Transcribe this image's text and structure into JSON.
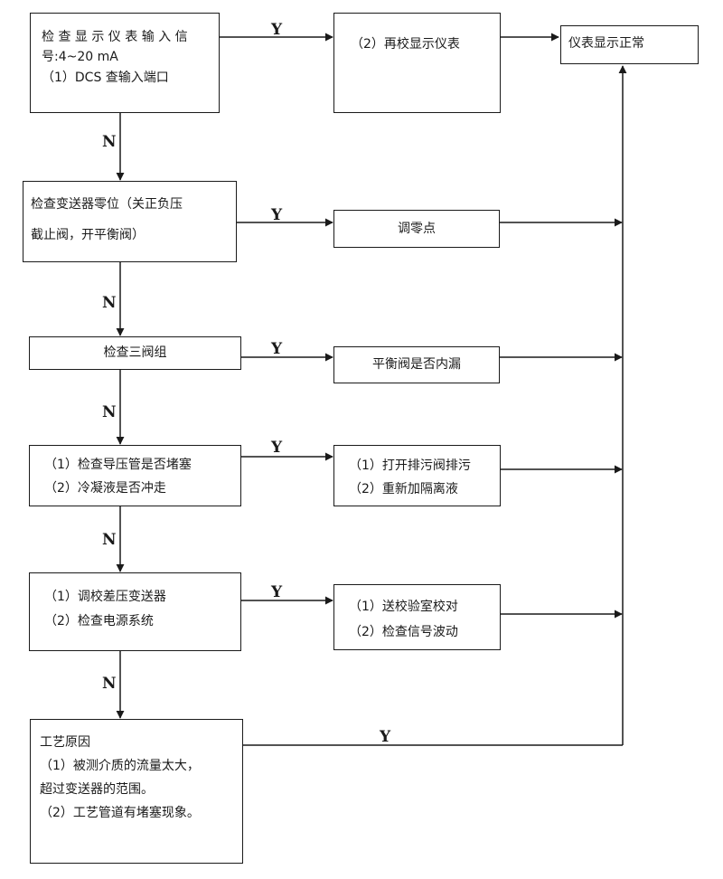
{
  "nodes": {
    "b1": [
      "检 查 显 示 仪 表 输 入 信",
      "号:4~20 mA",
      "（1）DCS 查输入端口"
    ],
    "b2": [
      "检查变送器零位（关正负压",
      "截止阀，开平衡阀）"
    ],
    "b3": [
      "检查三阀组"
    ],
    "b4": [
      "（1）检查导压管是否堵塞",
      "（2）冷凝液是否冲走"
    ],
    "b5": [
      "（1）调校差压变送器",
      "（2）检查电源系统"
    ],
    "b6": [
      "工艺原因",
      "（1）被测介质的流量太大，",
      "超过变送器的范围。",
      "（2）工艺管道有堵塞现象。"
    ],
    "r1": [
      "（2）再校显示仪表"
    ],
    "r2": [
      "调零点"
    ],
    "r3": [
      "平衡阀是否内漏"
    ],
    "r4": [
      "（1）打开排污阀排污",
      "（2）重新加隔离液"
    ],
    "r5": [
      "（1）送校验室校对",
      "（2）检查信号波动"
    ],
    "end": [
      "仪表显示正常"
    ]
  },
  "edge_labels": {
    "yes": "Y",
    "no": "N"
  }
}
